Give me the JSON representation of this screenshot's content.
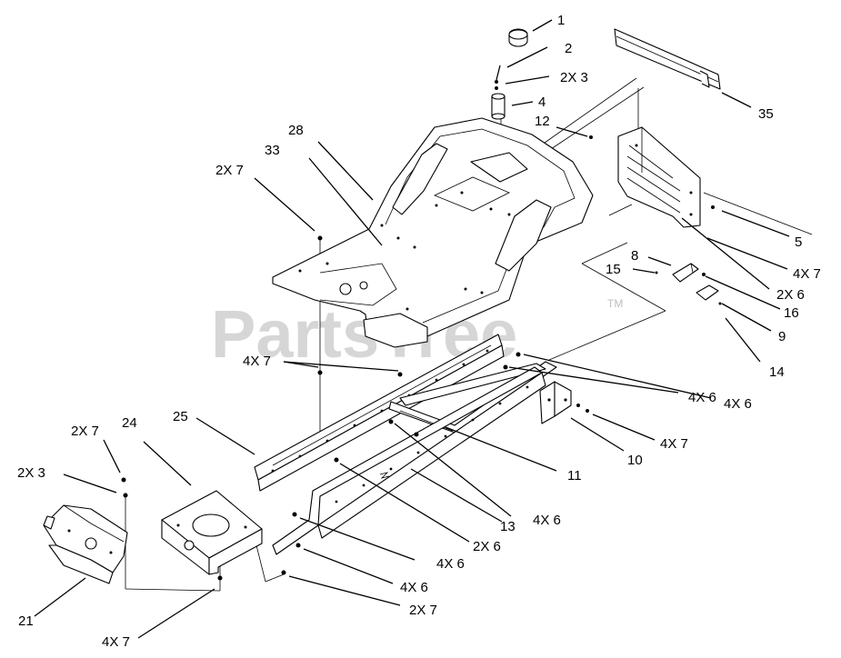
{
  "watermark": {
    "text": "PartsTree",
    "trademark": "TM"
  },
  "callouts": [
    {
      "id": "c-1",
      "text": "1"
    },
    {
      "id": "c-2",
      "text": "2"
    },
    {
      "id": "c-2x3-top",
      "text": "2X 3"
    },
    {
      "id": "c-4",
      "text": "4"
    },
    {
      "id": "c-35",
      "text": "35"
    },
    {
      "id": "c-12",
      "text": "12"
    },
    {
      "id": "c-28",
      "text": "28"
    },
    {
      "id": "c-33",
      "text": "33"
    },
    {
      "id": "c-2x7-left",
      "text": "2X 7"
    },
    {
      "id": "c-5",
      "text": "5"
    },
    {
      "id": "c-4x7-right",
      "text": "4X 7"
    },
    {
      "id": "c-8",
      "text": "8"
    },
    {
      "id": "c-15",
      "text": "15"
    },
    {
      "id": "c-2x6-right",
      "text": "2X 6"
    },
    {
      "id": "c-16",
      "text": "16"
    },
    {
      "id": "c-9",
      "text": "9"
    },
    {
      "id": "c-14",
      "text": "14"
    },
    {
      "id": "c-4x7-mid",
      "text": "4X 7"
    },
    {
      "id": "c-4x6-a",
      "text": "4X 6"
    },
    {
      "id": "c-4x6-b",
      "text": "4X 6"
    },
    {
      "id": "c-25",
      "text": "25"
    },
    {
      "id": "c-4x7-c",
      "text": "4X 7"
    },
    {
      "id": "c-10",
      "text": "10"
    },
    {
      "id": "c-2x7-b",
      "text": "2X 7"
    },
    {
      "id": "c-24",
      "text": "24"
    },
    {
      "id": "c-11",
      "text": "11"
    },
    {
      "id": "c-2x3-bottom",
      "text": "2X 3"
    },
    {
      "id": "c-13",
      "text": "13"
    },
    {
      "id": "c-4x6-c",
      "text": "4X 6"
    },
    {
      "id": "c-2x6-b",
      "text": "2X 6"
    },
    {
      "id": "c-4x6-d",
      "text": "4X 6"
    },
    {
      "id": "c-4x6-e",
      "text": "4X 6"
    },
    {
      "id": "c-21",
      "text": "21"
    },
    {
      "id": "c-2x7-c",
      "text": "2X 7"
    },
    {
      "id": "c-4x7-bottom",
      "text": "4X 7"
    }
  ]
}
